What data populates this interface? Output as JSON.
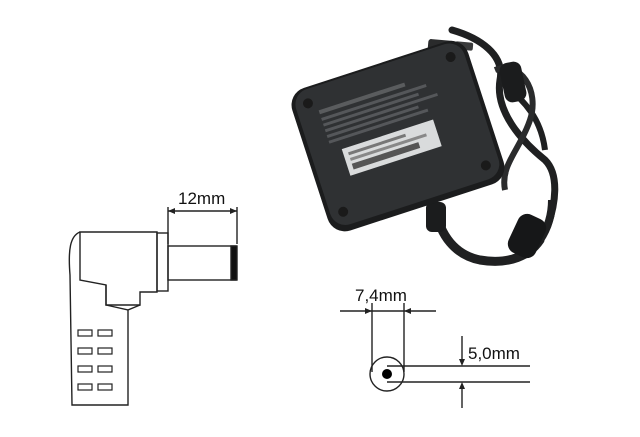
{
  "dimensions": {
    "plug_length": "12mm",
    "outer_diameter": "7,4mm",
    "inner_diameter": "5,0mm"
  },
  "colors": {
    "adapter_body": "#2f3133",
    "adapter_edge": "#1b1c1d",
    "cable": "#1f2021",
    "label_sticker": "#d9dbdc",
    "line_art": "#222222"
  },
  "icons": [
    "connector-side-view-icon",
    "connector-end-view-icon",
    "power-adapter-photo"
  ]
}
